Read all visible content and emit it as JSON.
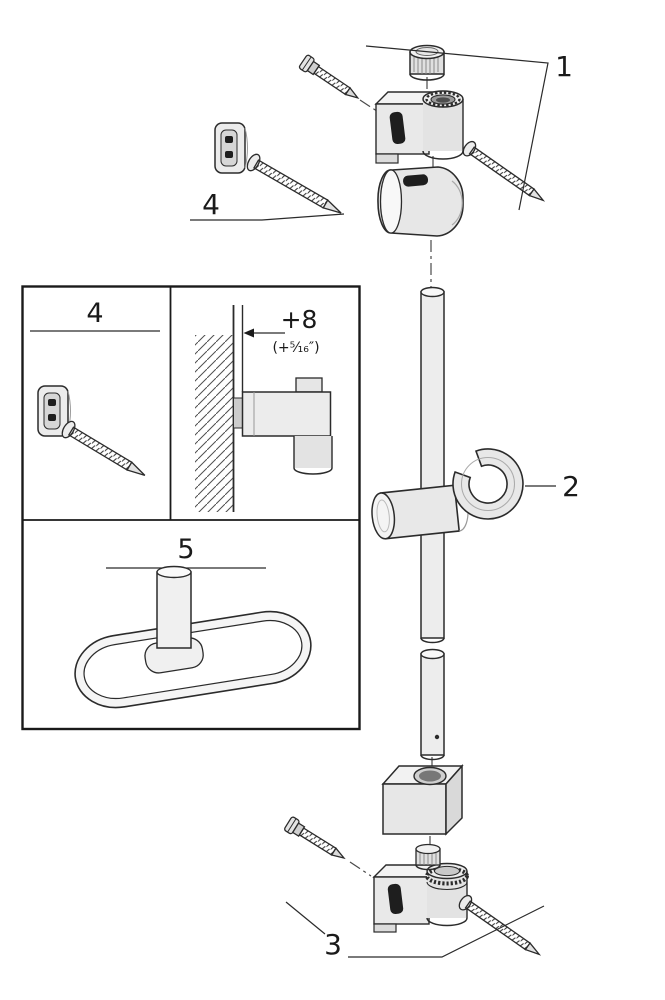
{
  "figure": {
    "kind": "exploded-assembly-diagram",
    "background": "#ffffff",
    "line_color": "#2b2b2b",
    "metal_light": "#ececec",
    "metal_mid": "#d9d9d9",
    "slot_dark": "#1e1e1e"
  },
  "callouts": {
    "part1": "1",
    "part2": "2",
    "part3": "3",
    "part4": "4"
  },
  "inset": {
    "panel4_label": "4",
    "panel5_label": "5",
    "measurement_value": "+8",
    "measurement_imperial": "(+⁵⁄₁₆″)"
  }
}
